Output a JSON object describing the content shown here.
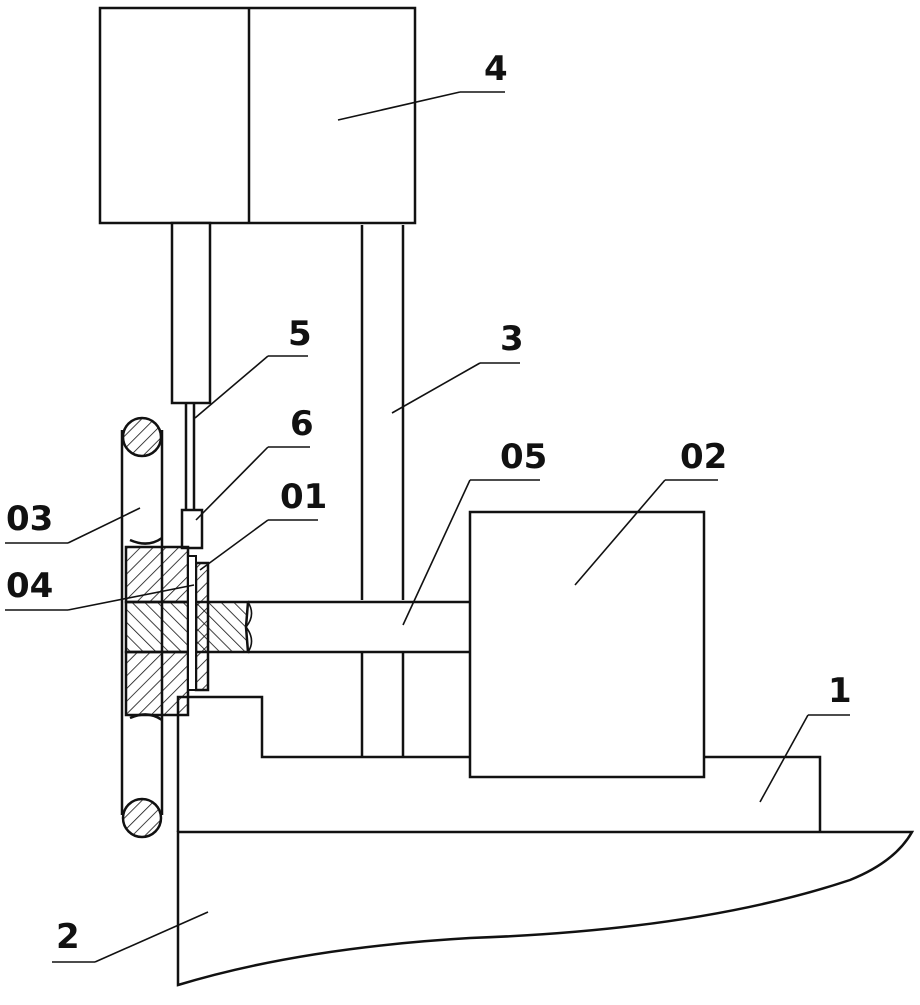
{
  "labels": {
    "l4": "4",
    "l5": "5",
    "l3": "3",
    "l6": "6",
    "l05": "05",
    "l02": "02",
    "l03": "03",
    "l01": "01",
    "l04": "04",
    "l1": "1",
    "l2": "2"
  },
  "colors": {
    "line": "#111111",
    "background": "#ffffff"
  }
}
